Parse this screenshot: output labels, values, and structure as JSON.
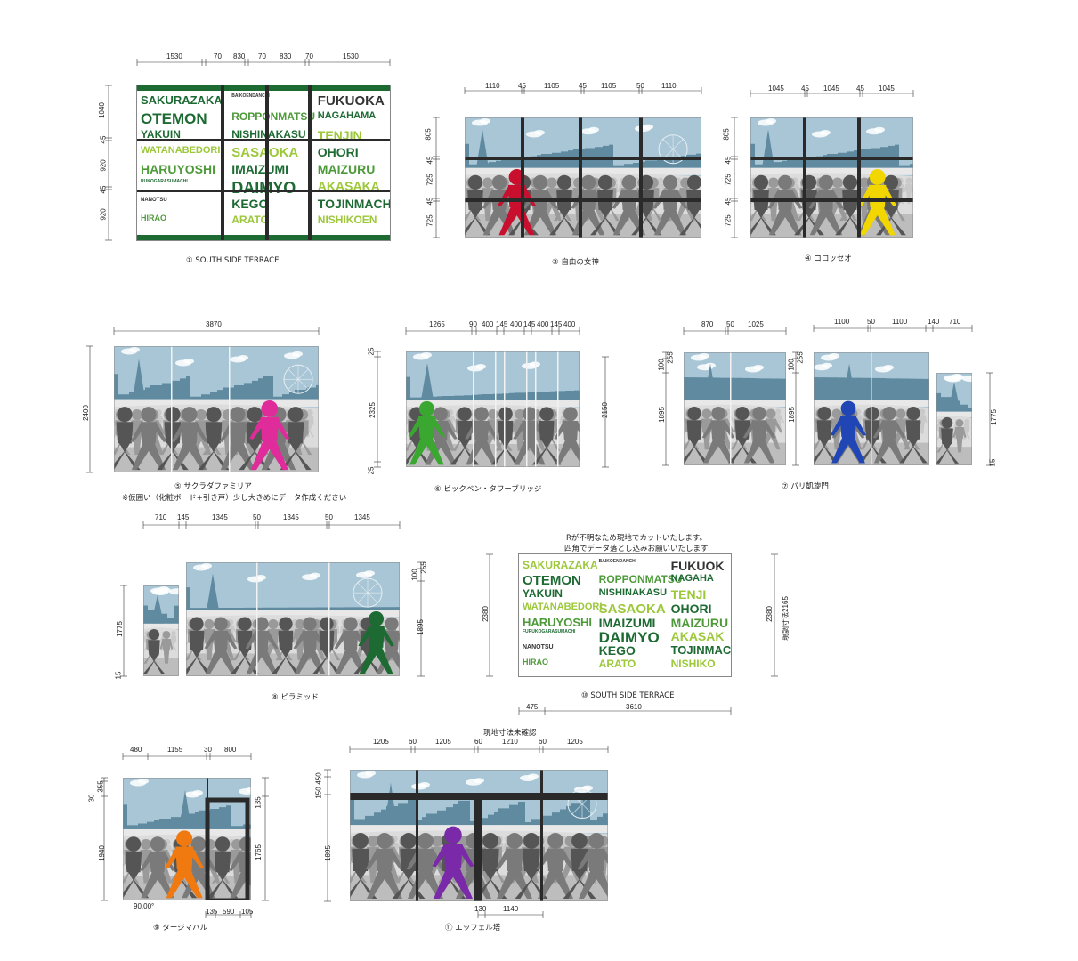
{
  "colors": {
    "sky": "#a9c6d6",
    "city": "#5f8aa0",
    "ground_light": "#dcdcdc",
    "ground_mid": "#bdbdbd",
    "crowd": "#7a7a7a",
    "crowd_dark": "#555555",
    "mullion": "#2a2a2a",
    "green_dark": "#1d6a33",
    "green_mid": "#4e9a3a",
    "green_light": "#9cc83a",
    "red": "#c8102e"
  },
  "panels": [
    {
      "id": "p1",
      "caption": "① SOUTH SIDE TERRACE",
      "top_dims": [
        "1530",
        "70",
        "830",
        "70",
        "830",
        "70",
        "1530"
      ],
      "left_dims": [
        "1040",
        "45",
        "920",
        "45",
        "920"
      ]
    },
    {
      "id": "p2",
      "caption": "② 自由の女神",
      "top_dims": [
        "1110",
        "45",
        "1105",
        "45",
        "1105",
        "50",
        "1110"
      ],
      "left_dims": [
        "805",
        "45",
        "725",
        "45",
        "725"
      ],
      "figure_color": "#c8102e"
    },
    {
      "id": "p4",
      "caption": "④ コロッセオ",
      "top_dims": [
        "1045",
        "45",
        "1045",
        "45",
        "1045"
      ],
      "left_dims": [
        "805",
        "45",
        "725",
        "45",
        "725"
      ],
      "figure_color": "#f2d600"
    },
    {
      "id": "p5",
      "caption": "⑤ サクラダファミリア",
      "note": "※仮囲い（化粧ボード+引き戸）少し大きめにデータ作成ください",
      "top_dims": [
        "3870"
      ],
      "left_dims": [
        "2400"
      ],
      "figure_color": "#e02b9a"
    },
    {
      "id": "p6",
      "caption": "⑥ ビックベン・タワーブリッジ",
      "top_dims": [
        "1265",
        "90",
        "400",
        "145",
        "400",
        "145",
        "400",
        "145",
        "400"
      ],
      "left_dims": [
        "25",
        "2325",
        "25"
      ],
      "right_dims": [
        "2150"
      ],
      "figure_color": "#3aa830"
    },
    {
      "id": "p7",
      "caption": "⑦ パリ凱旋門",
      "top_dims_a": [
        "870",
        "50",
        "1025"
      ],
      "top_dims_b": [
        "1100",
        "50",
        "1100",
        "140",
        "710"
      ],
      "left_dims_a": [
        "100",
        "255",
        "1895"
      ],
      "left_dims_b": [
        "100",
        "255",
        "1895"
      ],
      "right_dims": [
        "1775",
        "15"
      ],
      "figure_color": "#1f46b4"
    },
    {
      "id": "p8",
      "caption": "⑧ ピラミッド",
      "top_dims": [
        "710",
        "145",
        "1345",
        "50",
        "1345",
        "50",
        "1345"
      ],
      "left_dims": [
        "1775",
        "15"
      ],
      "right_dims": [
        "100",
        "255",
        "1895"
      ],
      "figure_color": "#1d6a33"
    },
    {
      "id": "p10",
      "caption": "⑩ SOUTH SIDE TERRACE",
      "note_line1": "Rが不明なため現地でカットいたします。",
      "note_line2": "四角でデータ落とし込みお願いいたします",
      "left_dims": [
        "2380"
      ],
      "right_dims": [
        "2380"
      ],
      "right_note": "現調寸法2165",
      "bottom_dims": [
        "475",
        "3610"
      ]
    },
    {
      "id": "p9",
      "caption": "⑨ タージマハル",
      "top_dims": [
        "480",
        "1155",
        "30",
        "800"
      ],
      "left_dims": [
        "30",
        "355",
        "1940"
      ],
      "right_dims": [
        "135",
        "1765"
      ],
      "bottom_dims": [
        "90.00°",
        "135",
        "590",
        "105"
      ],
      "figure_color": "#f07a10"
    },
    {
      "id": "p11",
      "caption": "⑪ エッフェル塔",
      "note": "現地寸法未確認",
      "top_dims": [
        "1205",
        "60",
        "1205",
        "60",
        "1210",
        "60",
        "1205"
      ],
      "left_dims": [
        "150",
        "450",
        "1895"
      ],
      "bottom_dims": [
        "130",
        "1140"
      ],
      "figure_color": "#7a2aa8"
    }
  ],
  "wall_words": {
    "p1": [
      {
        "t": "SAKURAZAKA",
        "c": "#1d6a33",
        "s": 13
      },
      {
        "t": "OTEMON",
        "c": "#1d6a33",
        "s": 17
      },
      {
        "t": "YAKUIN",
        "c": "#1d6a33",
        "s": 12
      },
      {
        "t": "WATANABEDORI",
        "c": "#9cc83a",
        "s": 11
      },
      {
        "t": "HARUYOSHI",
        "c": "#4e9a3a",
        "s": 14
      },
      {
        "t": "RUKOGARASUMACHI",
        "c": "#1d6a33",
        "s": 5
      },
      {
        "t": "NANOTSU",
        "c": "#333333",
        "s": 6
      },
      {
        "t": "HIRAO",
        "c": "#4e9a3a",
        "s": 9
      },
      {
        "t": "BAIKOENDANCHI",
        "c": "#333333",
        "s": 5
      },
      {
        "t": "ROPPONMATSU",
        "c": "#4e9a3a",
        "s": 12
      },
      {
        "t": "NISHINAKASU",
        "c": "#1d6a33",
        "s": 12
      },
      {
        "t": "SASAOKA",
        "c": "#9cc83a",
        "s": 15
      },
      {
        "t": "IMAIZUMI",
        "c": "#1d6a33",
        "s": 14
      },
      {
        "t": "DAIMYO",
        "c": "#1d6a33",
        "s": 18
      },
      {
        "t": "KEGO",
        "c": "#1d6a33",
        "s": 14
      },
      {
        "t": "ARATO",
        "c": "#9cc83a",
        "s": 12
      },
      {
        "t": "FUKUOKA",
        "c": "#333333",
        "s": 15
      },
      {
        "t": "NAGAHAMA",
        "c": "#1d6a33",
        "s": 11
      },
      {
        "t": "TENJIN",
        "c": "#9cc83a",
        "s": 14
      },
      {
        "t": "OHORI",
        "c": "#1d6a33",
        "s": 14
      },
      {
        "t": "MAIZURU",
        "c": "#4e9a3a",
        "s": 14
      },
      {
        "t": "AKASAKA",
        "c": "#9cc83a",
        "s": 14
      },
      {
        "t": "TOJINMACHI",
        "c": "#1d6a33",
        "s": 14
      },
      {
        "t": "NISHIKOEN",
        "c": "#9cc83a",
        "s": 12
      }
    ],
    "p10": [
      {
        "t": "SAKURAZAKA",
        "c": "#9cc83a",
        "s": 12
      },
      {
        "t": "OTEMON",
        "c": "#1d6a33",
        "s": 15
      },
      {
        "t": "YAKUIN",
        "c": "#1d6a33",
        "s": 12
      },
      {
        "t": "WATANABEDORI",
        "c": "#9cc83a",
        "s": 11
      },
      {
        "t": "HARUYOSHI",
        "c": "#4e9a3a",
        "s": 13
      },
      {
        "t": "FURUKOGARASUMACHI",
        "c": "#1d6a33",
        "s": 5
      },
      {
        "t": "NANOTSU",
        "c": "#333333",
        "s": 7
      },
      {
        "t": "HIRAO",
        "c": "#4e9a3a",
        "s": 9
      },
      {
        "t": "BAIKOENDANCHI",
        "c": "#333333",
        "s": 5
      },
      {
        "t": "ROPPONMATSU",
        "c": "#4e9a3a",
        "s": 12
      },
      {
        "t": "NISHINAKASU",
        "c": "#1d6a33",
        "s": 11
      },
      {
        "t": "SASAOKA",
        "c": "#9cc83a",
        "s": 15
      },
      {
        "t": "IMAIZUMI",
        "c": "#1d6a33",
        "s": 14
      },
      {
        "t": "DAIMYO",
        "c": "#1d6a33",
        "s": 17
      },
      {
        "t": "KEGO",
        "c": "#1d6a33",
        "s": 14
      },
      {
        "t": "ARATO",
        "c": "#9cc83a",
        "s": 12
      },
      {
        "t": "FUKUOK",
        "c": "#333333",
        "s": 14
      },
      {
        "t": "NAGAHA",
        "c": "#1d6a33",
        "s": 11
      },
      {
        "t": "TENJI",
        "c": "#9cc83a",
        "s": 14
      },
      {
        "t": "OHORI",
        "c": "#1d6a33",
        "s": 14
      },
      {
        "t": "MAIZURU",
        "c": "#4e9a3a",
        "s": 14
      },
      {
        "t": "AKASAK",
        "c": "#9cc83a",
        "s": 14
      },
      {
        "t": "TOJINMAC",
        "c": "#1d6a33",
        "s": 13
      },
      {
        "t": "NISHIKO",
        "c": "#9cc83a",
        "s": 12
      }
    ]
  }
}
